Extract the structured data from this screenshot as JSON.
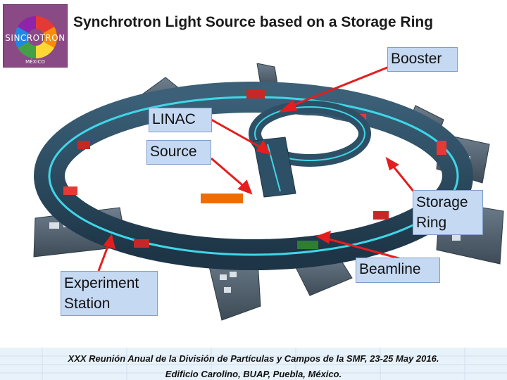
{
  "title": "Synchrotron Light Source based on a Storage Ring",
  "logo": {
    "word": "SINCROTRON",
    "country": "MÉXICO"
  },
  "labels": {
    "booster": "Booster",
    "linac": "LINAC",
    "source": "Source",
    "storage_ring": "Storage Ring",
    "beamline": "Beamline",
    "experiment_station": "Experiment Station"
  },
  "footer": {
    "line1": "XXX Reunión Anual de la División de Partículas y Campos de la SMF, 23-25 May 2016.",
    "line2": "Edificio Carolino, BUAP, Puebla, México."
  },
  "colors": {
    "ring": "#2c4d63",
    "beam": "#3fd6e8",
    "arrow": "#e41e1e",
    "label_bg": "#c5d9f3",
    "logo_bg": "#8a4a86"
  }
}
